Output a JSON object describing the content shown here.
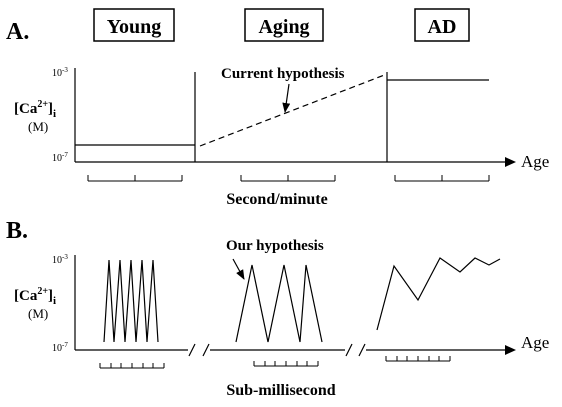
{
  "figure": {
    "panel_a": {
      "letter": "A.",
      "headers": [
        "Young",
        "Aging",
        "AD"
      ],
      "ylabel_main": "[Ca",
      "ylabel_sup": "2+",
      "ylabel_close": "]",
      "ylabel_sub": "i",
      "ylabel_unit": "(M)",
      "ytick_top_base": "10",
      "ytick_top_exp": "-3",
      "ytick_bottom_base": "10",
      "ytick_bottom_exp": "-7",
      "annotation": "Current hypothesis",
      "x_axis_label": "Age",
      "time_scale_label": "Second/minute"
    },
    "panel_b": {
      "letter": "B.",
      "ylabel_main": "[Ca",
      "ylabel_sup": "2+",
      "ylabel_close": "]",
      "ylabel_sub": "i",
      "ylabel_unit": "(M)",
      "ytick_top_base": "10",
      "ytick_top_exp": "-3",
      "ytick_bottom_base": "10",
      "ytick_bottom_exp": "-7",
      "annotation": "Our hypothesis",
      "x_axis_label": "Age",
      "time_scale_label": "Sub-millisecond"
    }
  }
}
